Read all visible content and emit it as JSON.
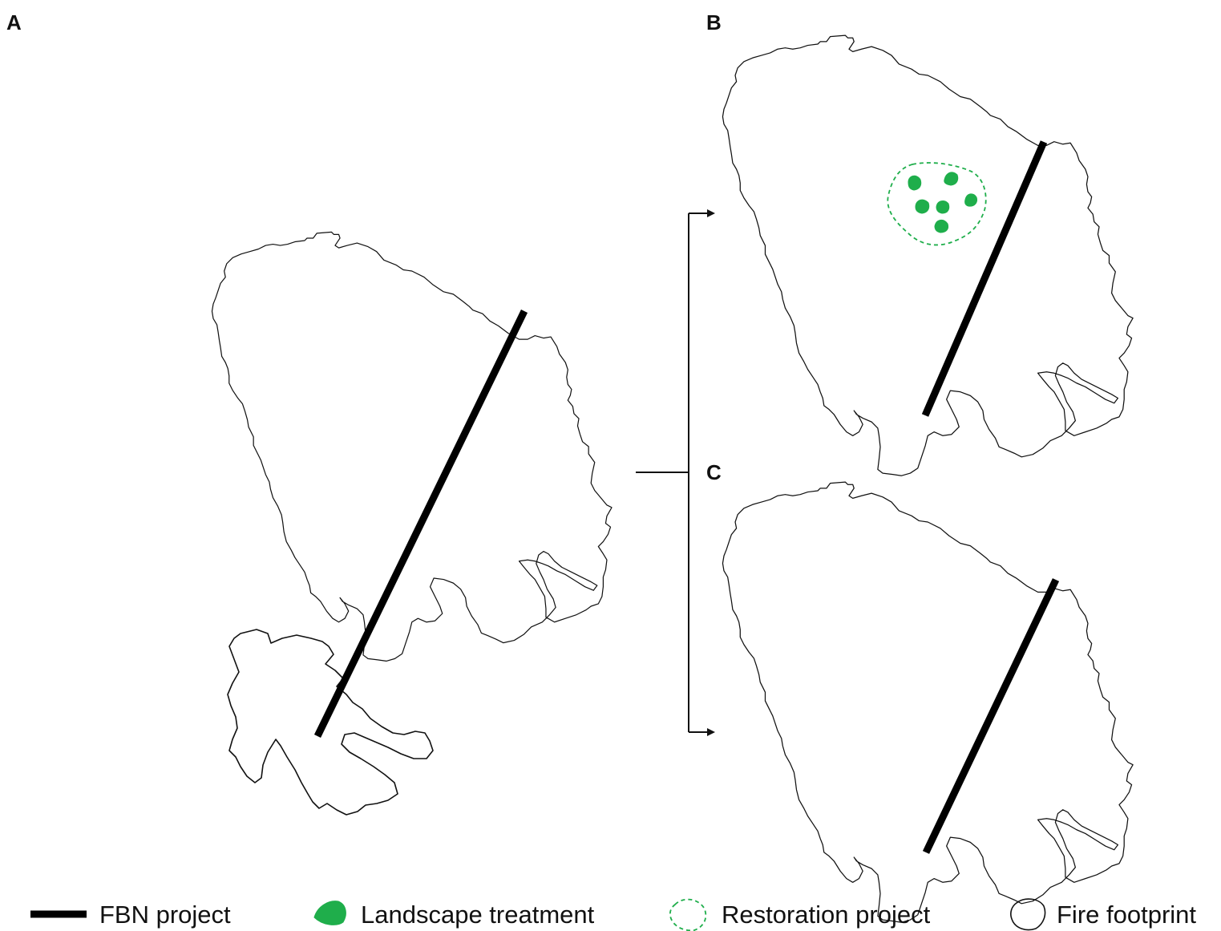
{
  "panels": {
    "a": "A",
    "b": "B",
    "c": "C"
  },
  "legend": {
    "fbn_project": "FBN project",
    "landscape_treatment": "Landscape treatment",
    "restoration_project": "Restoration project",
    "fire_footprint": "Fire footprint"
  },
  "colors": {
    "fbn_line": "#000000",
    "treatment_fill": "#1fae4b",
    "restoration_stroke": "#1fae4b",
    "fire_outline": "#111111"
  },
  "icons": {
    "flow": "bracket-arrow-icon",
    "treatment": "green-blob-icon",
    "restoration": "dashed-outline-icon",
    "fire": "outline-polygon-icon"
  }
}
